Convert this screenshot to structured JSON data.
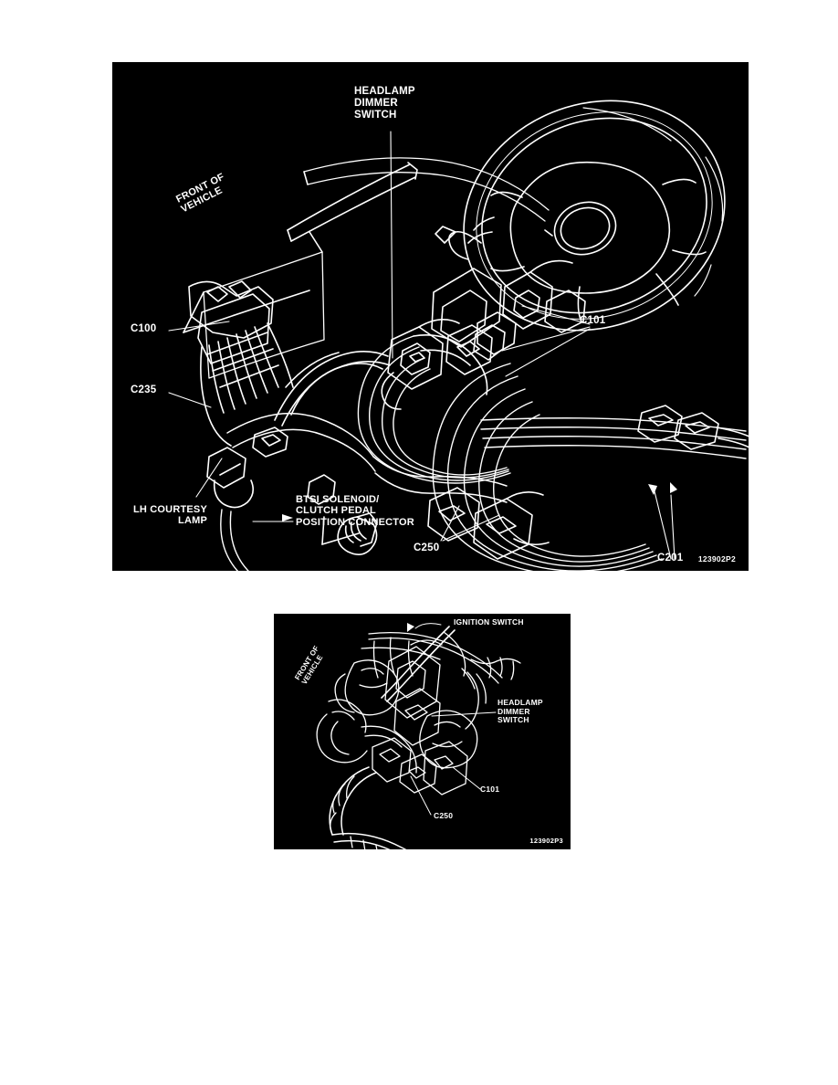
{
  "page": {
    "background_color": "#ffffff",
    "panel_background_color": "#000000",
    "line_color": "#ffffff"
  },
  "figures": [
    {
      "id": "figure-upper",
      "name": "instrument-panel-wiring-harness-view",
      "figure_id": "123902P2",
      "description": "Instrument panel wiring harness routing with steering wheel, showing connector callouts",
      "labels": [
        {
          "key": "headlamp_dimmer_switch",
          "text": "HEADLAMP\nDIMMER\nSWITCH"
        },
        {
          "key": "front_of_vehicle",
          "text": "FRONT OF\nVEHICLE"
        },
        {
          "key": "c100",
          "text": "C100"
        },
        {
          "key": "c235",
          "text": "C235"
        },
        {
          "key": "c101",
          "text": "C101"
        },
        {
          "key": "c201",
          "text": "C201"
        },
        {
          "key": "c250",
          "text": "C250"
        },
        {
          "key": "lh_courtesy_lamp",
          "text": "LH COURTESY\nLAMP"
        },
        {
          "key": "btsi_solenoid",
          "text": "BTSI SOLENOID/\nCLUTCH PEDAL\nPOSITION CONNECTOR"
        }
      ]
    },
    {
      "id": "figure-lower",
      "name": "steering-column-wiring-harness-view",
      "figure_id": "123902P3",
      "description": "Steering column area wiring harness with ignition switch and dimmer switch callouts",
      "labels": [
        {
          "key": "ignition_switch",
          "text": "IGNITION SWITCH"
        },
        {
          "key": "front_of_vehicle",
          "text": "FRONT OF\nVEHICLE"
        },
        {
          "key": "headlamp_dimmer_switch",
          "text": "HEADLAMP\nDIMMER\nSWITCH"
        },
        {
          "key": "c101",
          "text": "C101"
        },
        {
          "key": "c250",
          "text": "C250"
        }
      ]
    }
  ]
}
